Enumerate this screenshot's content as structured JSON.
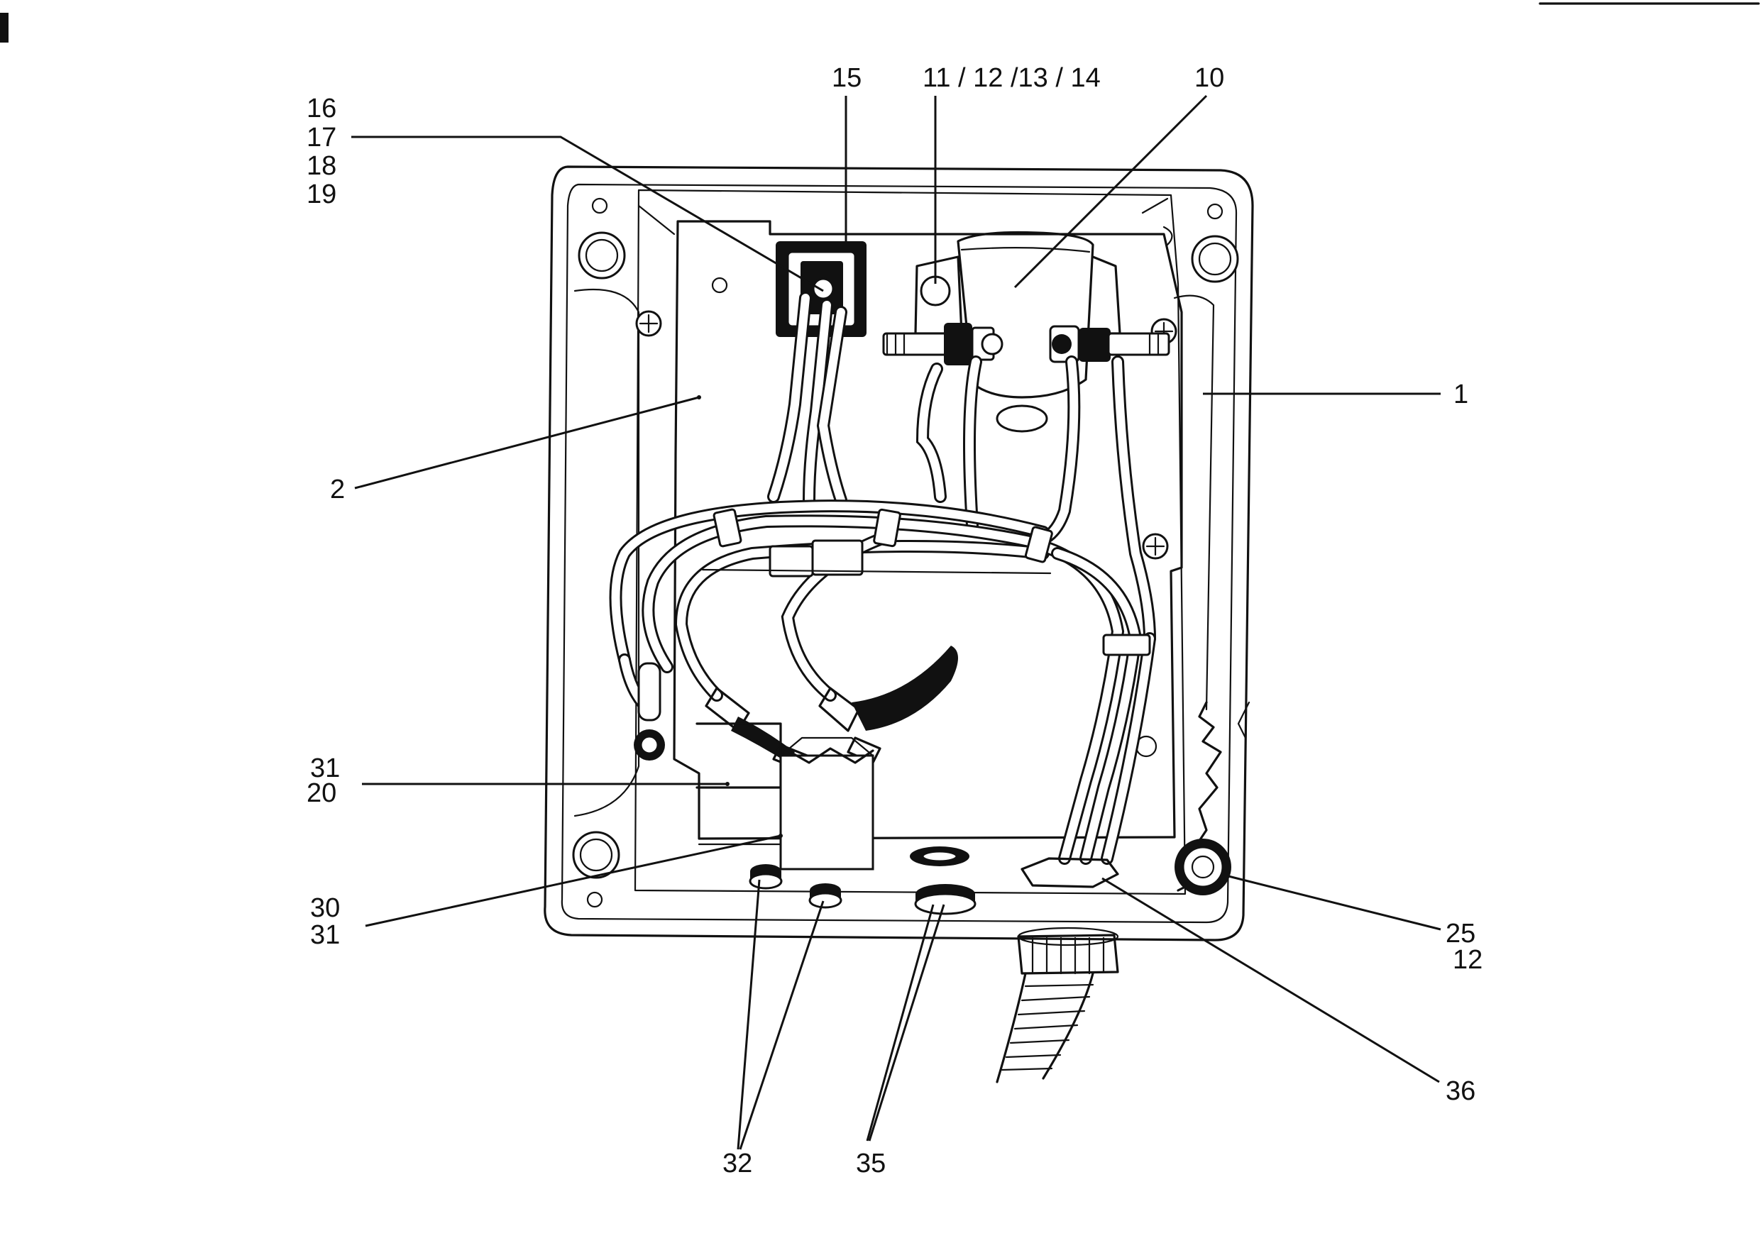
{
  "labels": {
    "l15": "15",
    "l11_14": "11 / 12 /13 / 14",
    "l10": "10",
    "l16": "16",
    "l17": "17",
    "l18": "18",
    "l19": "19",
    "l1": "1",
    "l2": "2",
    "l31a": "31",
    "l20": "20",
    "l30": "30",
    "l31b": "31",
    "l25": "25",
    "l12": "12",
    "l36": "36",
    "l32": "32",
    "l35": "35"
  }
}
